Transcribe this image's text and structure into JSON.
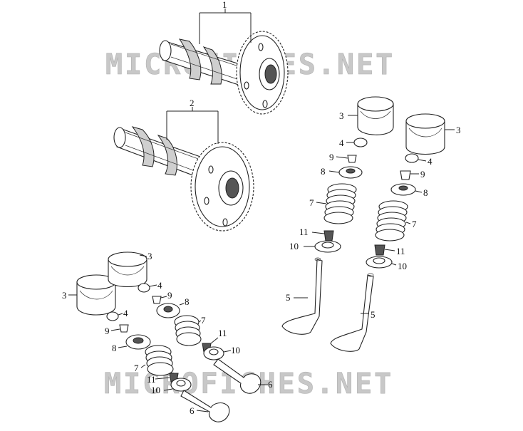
{
  "watermark": {
    "text": "MICROFICHES.NET",
    "color": "#c8c8c8"
  },
  "colors": {
    "line": "#222222",
    "background": "#ffffff"
  },
  "callouts": [
    {
      "id": "c1",
      "label": "1"
    },
    {
      "id": "c2",
      "label": "2"
    },
    {
      "id": "c3a",
      "label": "3"
    },
    {
      "id": "c3b",
      "label": "3"
    },
    {
      "id": "c3c",
      "label": "3"
    },
    {
      "id": "c3d",
      "label": "3"
    },
    {
      "id": "c4a",
      "label": "4"
    },
    {
      "id": "c4b",
      "label": "4"
    },
    {
      "id": "c4c",
      "label": "4"
    },
    {
      "id": "c4d",
      "label": "4"
    },
    {
      "id": "c5a",
      "label": "5"
    },
    {
      "id": "c5b",
      "label": "5"
    },
    {
      "id": "c6a",
      "label": "6"
    },
    {
      "id": "c6b",
      "label": "6"
    },
    {
      "id": "c7a",
      "label": "7"
    },
    {
      "id": "c7b",
      "label": "7"
    },
    {
      "id": "c7c",
      "label": "7"
    },
    {
      "id": "c7d",
      "label": "7"
    },
    {
      "id": "c8a",
      "label": "8"
    },
    {
      "id": "c8b",
      "label": "8"
    },
    {
      "id": "c8c",
      "label": "8"
    },
    {
      "id": "c8d",
      "label": "8"
    },
    {
      "id": "c9a",
      "label": "9"
    },
    {
      "id": "c9b",
      "label": "9"
    },
    {
      "id": "c9c",
      "label": "9"
    },
    {
      "id": "c9d",
      "label": "9"
    },
    {
      "id": "c10a",
      "label": "10"
    },
    {
      "id": "c10b",
      "label": "10"
    },
    {
      "id": "c10c",
      "label": "10"
    },
    {
      "id": "c10d",
      "label": "10"
    },
    {
      "id": "c11a",
      "label": "11"
    },
    {
      "id": "c11b",
      "label": "11"
    },
    {
      "id": "c11c",
      "label": "11"
    },
    {
      "id": "c11d",
      "label": "11"
    }
  ]
}
